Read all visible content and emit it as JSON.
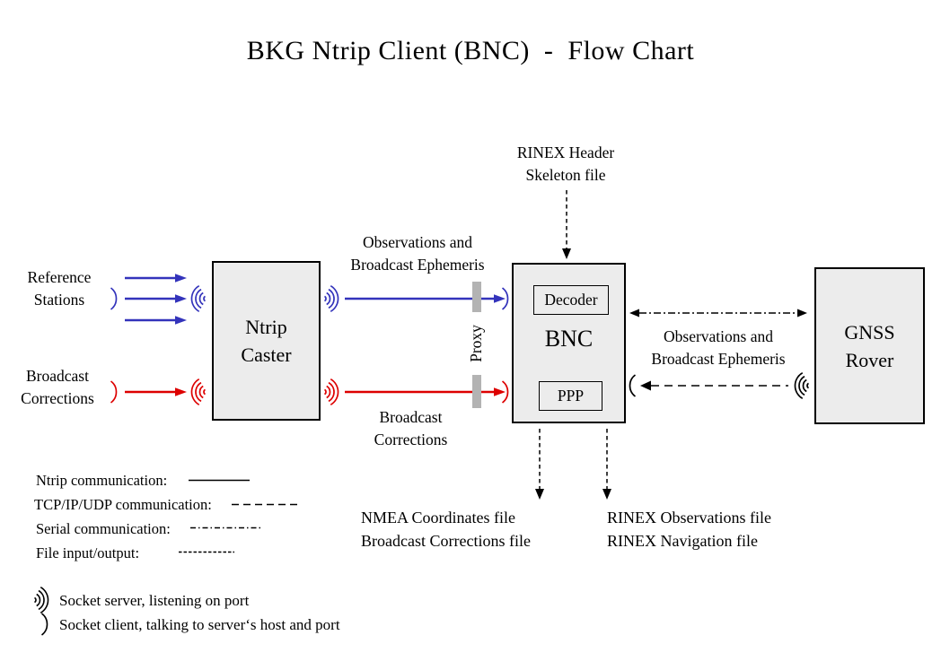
{
  "title": "BKG Ntrip Client (BNC)  -  Flow Chart",
  "colors": {
    "blue": "#3333bb",
    "red": "#dd0000",
    "box_fill": "#ececec",
    "proxy_bar": "#b3b3b3"
  },
  "icons": {
    "socket_server": ")))",
    "socket_client": ")",
    "socket_server_mirrored": "(((",
    "socket_client_mirrored": "("
  },
  "nodes": {
    "ntrip_caster": [
      "Ntrip",
      "Caster"
    ],
    "bnc": "BNC",
    "decoder": "Decoder",
    "ppp": "PPP",
    "gnss_rover": [
      "GNSS",
      "Rover"
    ]
  },
  "labels": {
    "reference_stations": [
      "Reference",
      "Stations"
    ],
    "broadcast_corrections_input": [
      "Broadcast",
      "Corrections"
    ],
    "observations_top": [
      "Observations and",
      "Broadcast Ephemeris"
    ],
    "broadcast_corrections_mid": [
      "Broadcast",
      "Corrections"
    ],
    "proxy": "Proxy",
    "rinex_skeleton": [
      "RINEX Header",
      "Skeleton file"
    ],
    "observations_right": [
      "Observations and",
      "Broadcast Ephemeris"
    ],
    "nmea_out": [
      "NMEA Coordinates file",
      "Broadcast Corrections file"
    ],
    "rinex_out": [
      "RINEX Observations file",
      "RINEX Navigation file"
    ]
  },
  "legend": {
    "ntrip": "Ntrip communication:",
    "tcp": "TCP/IP/UDP communication:",
    "serial": "Serial communication:",
    "file": "File input/output:",
    "socket_server": "Socket server, listening on port",
    "socket_client": "Socket client, talking to server‘s host and port"
  }
}
